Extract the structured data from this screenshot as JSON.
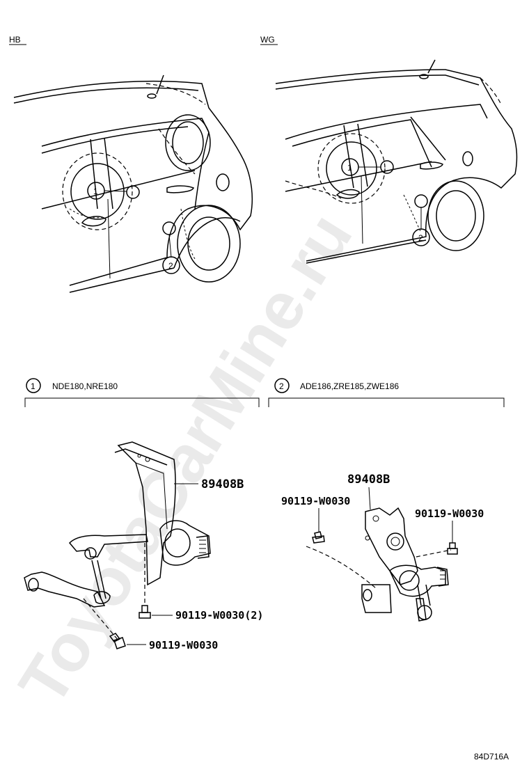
{
  "views": {
    "left_title": "HB",
    "right_title": "WG"
  },
  "callouts": {
    "one": "1",
    "two": "2"
  },
  "variants": {
    "one_models": "NDE180,NRE180",
    "two_models": "ADE186,ZRE185,ZWE186"
  },
  "parts_left": {
    "sensor": "89408B",
    "bolt_pair": "90119-W0030(2)",
    "bolt": "90119-W0030"
  },
  "parts_right": {
    "sensor": "89408B",
    "bolt_left": "90119-W0030",
    "bolt_right": "90119-W0030"
  },
  "watermark": "ToyotaCarMine.ru",
  "illustration_code": "84D716A"
}
